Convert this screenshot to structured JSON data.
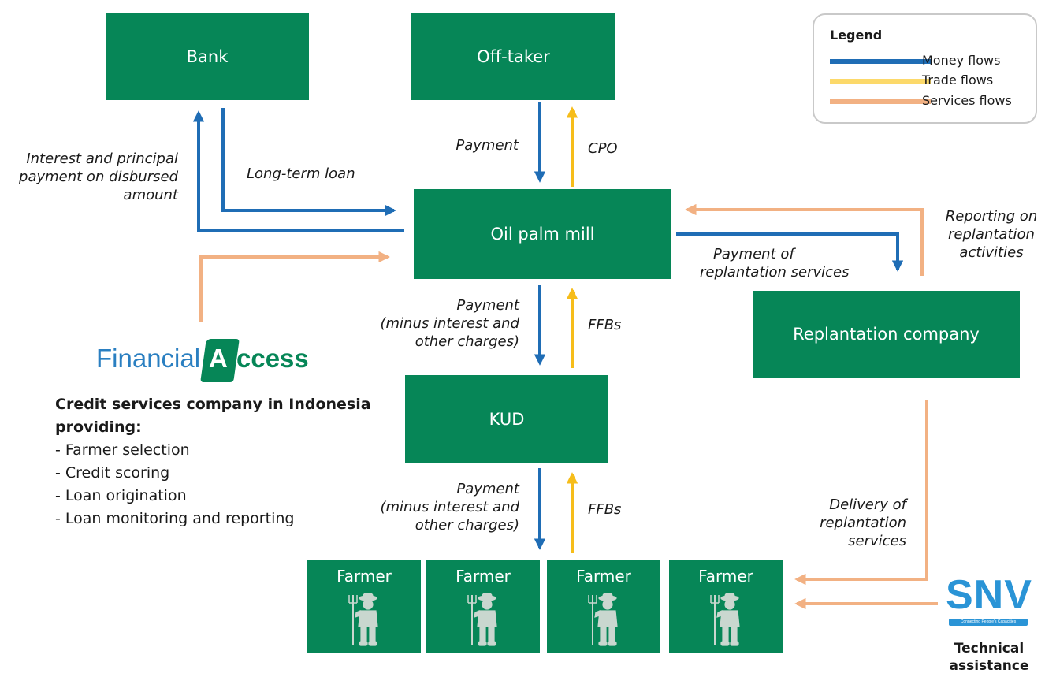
{
  "nodes": {
    "bank": "Bank",
    "offtaker": "Off-taker",
    "mill": "Oil palm mill",
    "kud": "KUD",
    "replantation": "Replantation company",
    "farmers": [
      "Farmer",
      "Farmer",
      "Farmer",
      "Farmer"
    ]
  },
  "flow_labels": {
    "interest_payment": [
      "Interest and principal",
      "payment on disbursed",
      "amount"
    ],
    "long_term_loan": "Long-term loan",
    "payment_offtaker": "Payment",
    "cpo": "CPO",
    "payment_mill_kud": [
      "Payment",
      "(minus interest and",
      "other charges)"
    ],
    "ffbs_kud_mill": "FFBs",
    "payment_kud_farmers": [
      "Payment",
      "(minus interest and",
      "other charges)"
    ],
    "ffbs_farmers_kud": "FFBs",
    "payment_replantation": [
      "Payment of",
      "replantation services"
    ],
    "reporting_replantation": [
      "Reporting on",
      "replantation",
      "activities"
    ],
    "delivery_replantation": [
      "Delivery of",
      "replantation",
      "services"
    ]
  },
  "legend": {
    "title": "Legend",
    "items": [
      {
        "label": "Money flows",
        "color": "#1f6db5"
      },
      {
        "label": "Trade flows",
        "color": "#fcd96a"
      },
      {
        "label": "Services flows",
        "color": "#f2b183"
      }
    ]
  },
  "financial_access": {
    "logo_part1": "Financial",
    "logo_mark": "A",
    "logo_part2": "ccess",
    "heading": [
      "Credit services company in Indonesia",
      "providing:"
    ],
    "services": [
      "- Farmer selection",
      "- Credit scoring",
      "- Loan origination",
      "- Loan monitoring and reporting"
    ]
  },
  "snv": {
    "logo": "SNV",
    "tagline": "Connecting People's Capacities",
    "caption": [
      "Technical",
      "assistance"
    ]
  },
  "colors": {
    "box_green": "#068657",
    "money": "#1f6db5",
    "trade": "#f6bd1a",
    "services": "#f2b183"
  }
}
